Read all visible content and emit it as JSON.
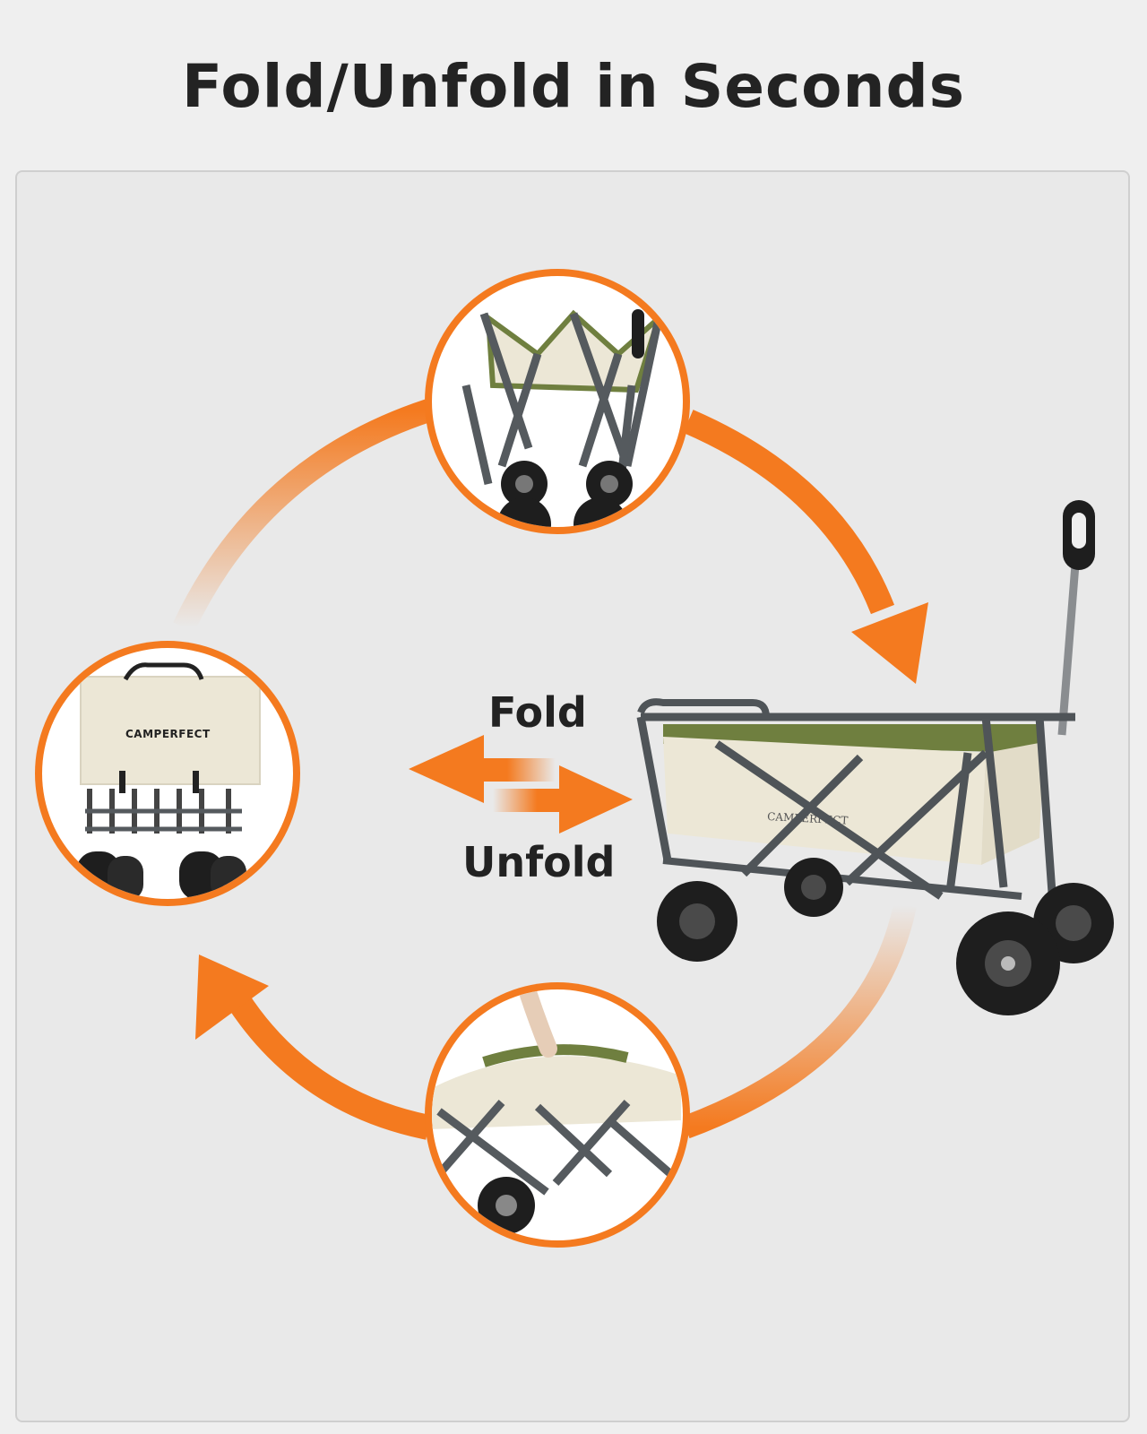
{
  "title": "Fold/Unfold in Seconds",
  "labels": {
    "fold": "Fold",
    "unfold": "Unfold"
  },
  "brand": {
    "logo_text": "CAMPERFECT",
    "logo_text_folded": "CAMPERFECT"
  },
  "colors": {
    "accent": "#f47a1f",
    "background": "#efefef",
    "panel": "#e9e9e9",
    "fabric": "#ece7d6",
    "liner": "#6f7f3f",
    "frame": "#555a5e",
    "wheel": "#1e1e1e"
  }
}
